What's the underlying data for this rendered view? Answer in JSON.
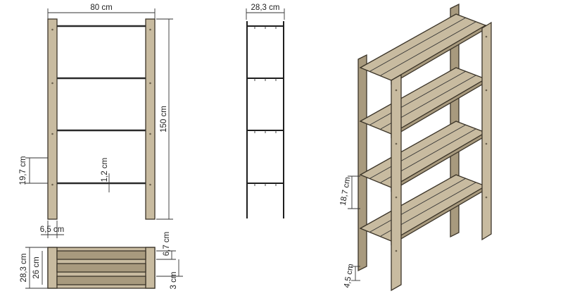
{
  "dimensions": {
    "width": "80 cm",
    "height": "150 cm",
    "depth": "28,3 cm",
    "shelf_gap": "19,7 cm",
    "shelf_thickness": "1,2 cm",
    "post_width": "6,5 cm",
    "depth_outer": "28,3 cm",
    "depth_inner": "26 cm",
    "slat_width": "6,7 cm",
    "slat_gap": "3 cm",
    "iso_shelf_gap": "18,7 cm",
    "iso_bottom": "4,5 cm"
  },
  "colors": {
    "wood": "#c8bba0",
    "wood_dark": "#a89a7e",
    "outline": "#3b3428",
    "rail": "#2a2a2a"
  }
}
